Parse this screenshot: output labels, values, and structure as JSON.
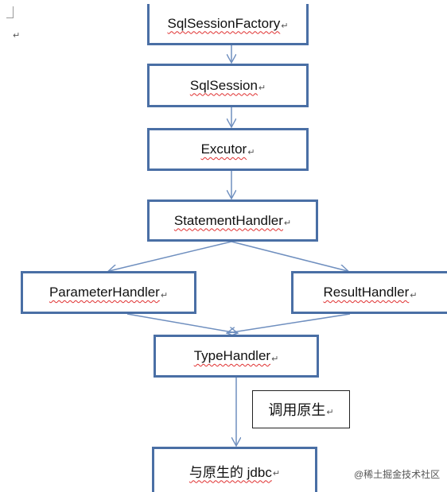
{
  "diagram": {
    "nodes": {
      "sql_session_factory": "SqlSessionFactory",
      "sql_session": "SqlSession",
      "executor": "Excutor",
      "statement_handler": "StatementHandler",
      "parameter_handler": "ParameterHandler",
      "result_handler": "ResultHandler",
      "type_handler": "TypeHandler",
      "jdbc": "与原生的 jdbc"
    },
    "note": "调用原生",
    "return_mark": "↵"
  },
  "watermark": "@稀土掘金技术社区",
  "colors": {
    "box_border": "#4a6fa5",
    "arrow": "#6f8fbf",
    "spell_underline": "#e03030"
  }
}
